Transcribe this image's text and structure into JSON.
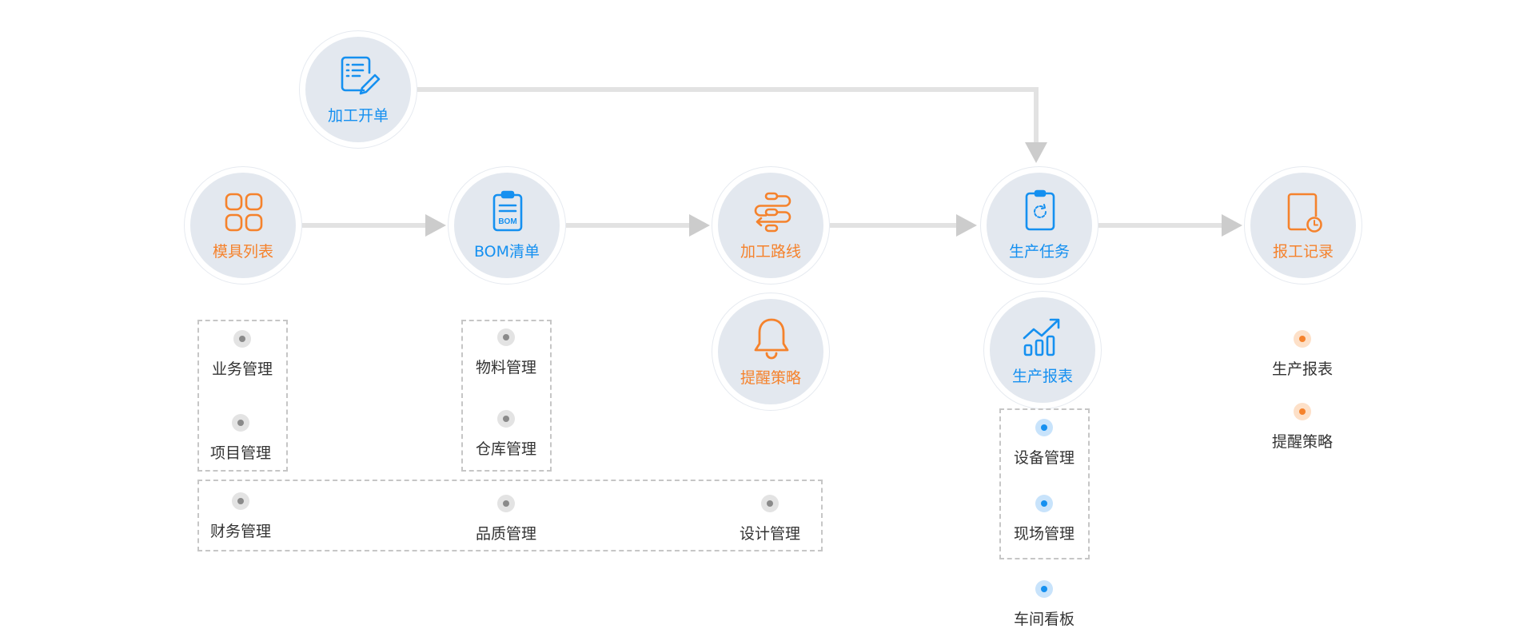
{
  "colors": {
    "orange": "#F5822C",
    "blue": "#1590F0",
    "gray": "#8A8A8A",
    "node_fill": "#E3E8EF",
    "line": "#E2E2E2",
    "arrow": "#CCCCCC"
  },
  "nodes": {
    "processing_order": {
      "label": "加工开单",
      "icon": "document-edit-icon"
    },
    "mold_list": {
      "label": "模具列表",
      "icon": "grid-apps-icon"
    },
    "bom_list": {
      "label": "BOM清单",
      "icon": "clipboard-bom-icon",
      "icon_text": "BOM"
    },
    "processing_route": {
      "label": "加工路线",
      "icon": "route-icon"
    },
    "production_task": {
      "label": "生产任务",
      "icon": "clipboard-refresh-icon"
    },
    "work_report_record": {
      "label": "报工记录",
      "icon": "document-clock-icon"
    },
    "reminder_strategy": {
      "label": "提醒策略",
      "icon": "bell-icon"
    },
    "production_report": {
      "label": "生产报表",
      "icon": "bar-chart-trend-icon"
    }
  },
  "groups": {
    "mold": [
      "业务管理",
      "项目管理"
    ],
    "bom": [
      "物料管理",
      "仓库管理"
    ],
    "shared": [
      "财务管理",
      "品质管理",
      "设计管理"
    ],
    "report": [
      "设备管理",
      "现场管理"
    ],
    "report_extra": [
      "车间看板"
    ],
    "record": [
      "生产报表",
      "提醒策略"
    ]
  }
}
